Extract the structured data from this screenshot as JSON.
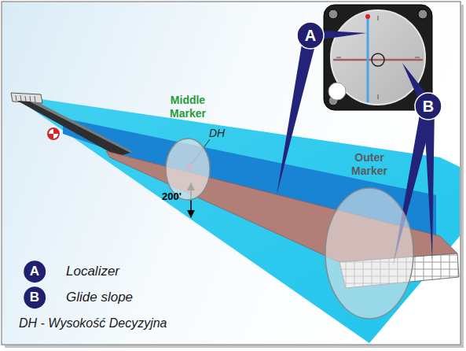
{
  "diagram": {
    "nodes": [
      {
        "text": [
          "A"
        ]
      },
      {
        "text": [
          "B"
        ]
      },
      {
        "text": [
          "Middle Marker"
        ]
      },
      {
        "text": [
          "Outer Marker"
        ]
      },
      {
        "text": [
          "A"
        ]
      },
      {
        "text": [
          "B"
        ]
      }
    ],
    "labels": [
      "DH",
      "200'",
      "Localizer",
      "Glide slope",
      "DH - Wysokość Decyzyjna"
    ]
  }
}
